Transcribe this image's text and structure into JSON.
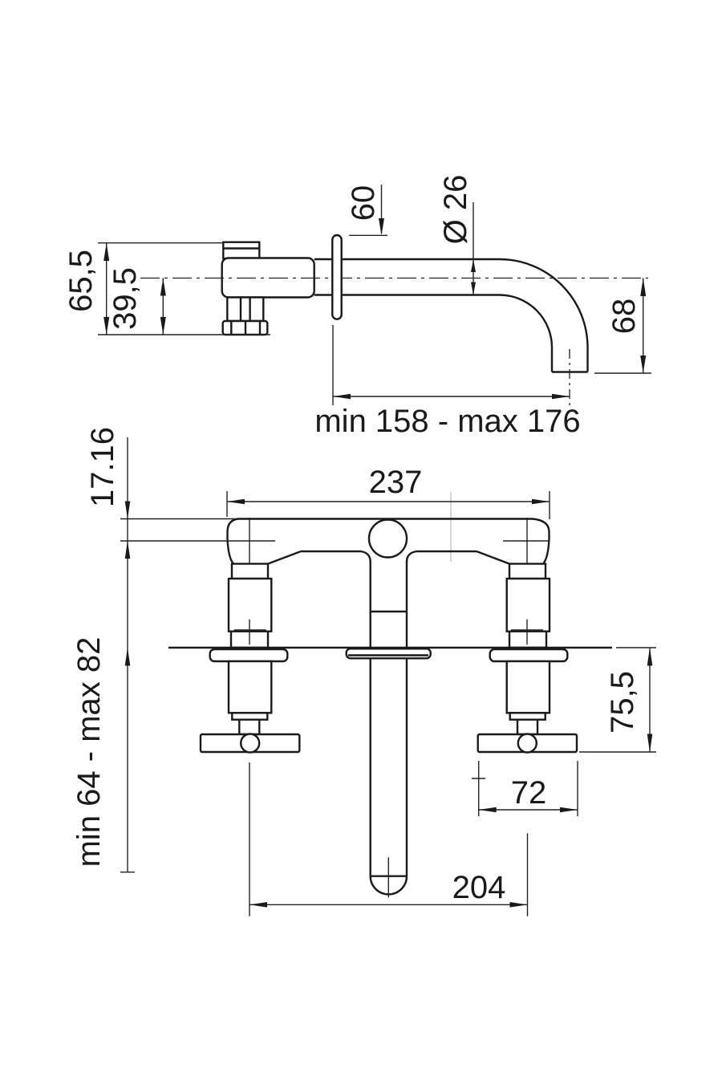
{
  "side_view": {
    "labels": {
      "flange_diameter": "60",
      "spout_diameter": "Ø 26",
      "total_height": "65,5",
      "axis_height": "39,5",
      "drop_height": "68",
      "reach": "min 158 - max 176"
    }
  },
  "front_view": {
    "labels": {
      "bar_width": "237",
      "bar_offset": "17.16",
      "install_depth": "min 64 - max 82",
      "handle_height": "75,5",
      "handle_width": "72",
      "axis_spacing": "204"
    }
  },
  "colors": {
    "line": "#1a1a1a",
    "dimension_line": "#222222",
    "faint_line": "#c9c9c9",
    "background": "#ffffff"
  }
}
